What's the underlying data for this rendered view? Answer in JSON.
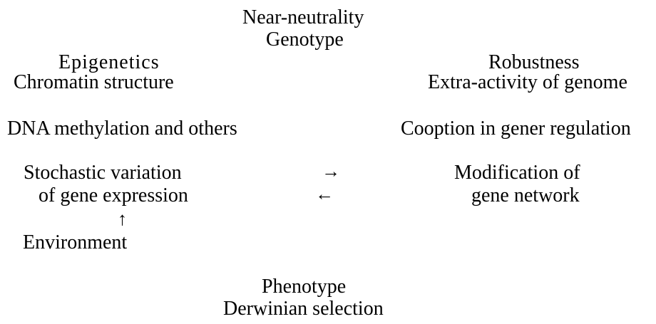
{
  "top": {
    "line1": "Near-neutrality",
    "line2": "Genotype"
  },
  "left": {
    "epigenetics": "Epigenetics",
    "chromatin": "Chromatin structure",
    "dna_methylation": "DNA methylation and others",
    "stochastic_line1": "Stochastic variation",
    "stochastic_line2": "of gene expression",
    "up_arrow": "↑",
    "environment": "Environment"
  },
  "right": {
    "robustness": "Robustness",
    "extra_activity": "Extra-activity of genome",
    "cooption": "Cooption in gener regulation",
    "modification_line1": "Modification of",
    "modification_line2": "gene network"
  },
  "center": {
    "arrow_right": "→",
    "arrow_left": "←"
  },
  "bottom": {
    "line1": "Phenotype",
    "line2": "Derwinian selection"
  }
}
